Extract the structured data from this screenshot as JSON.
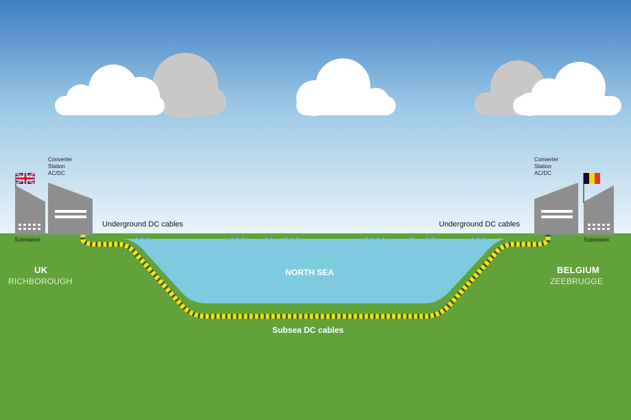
{
  "left": {
    "converter_label": "Converter\nStation\nAC/DC",
    "substation_label": "Substation",
    "cable_label": "Underground DC cables",
    "country": "UK",
    "town": "RICHBOROUGH",
    "flag": "uk-flag"
  },
  "right": {
    "converter_label": "Converter\nStation\nAC/DC",
    "substation_label": "Substation",
    "cable_label": "Underground DC cables",
    "country": "BELGIUM",
    "town": "ZEEBRUGGE",
    "flag": "belgium-flag"
  },
  "sea_label": "NORTH SEA",
  "subsea_label": "Subsea DC cables",
  "colors": {
    "sky_top": "#3f7fc1",
    "sky_bottom": "#eaf4fa",
    "grass": "#62a23a",
    "sea": "#7ecbe0",
    "cable": "#f2e21b",
    "building": "#8e8e8e"
  }
}
